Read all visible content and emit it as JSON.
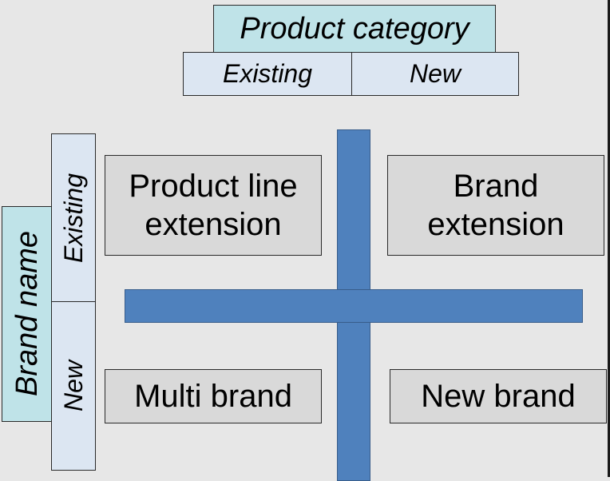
{
  "column_header": {
    "title": "Product category",
    "options": [
      "Existing",
      "New"
    ]
  },
  "row_header": {
    "title": "Brand name",
    "options": [
      "Existing",
      "New"
    ]
  },
  "cells": {
    "existing_existing": "Product line\nextension",
    "existing_new": "Brand\nextension",
    "new_existing": "Multi brand",
    "new_new": "New brand"
  },
  "colors": {
    "header_fill": "#bfe3e8",
    "subheader_fill": "#dce6f2",
    "cell_fill": "#d9d9d9",
    "cross_bar": "#4f81bd",
    "background": "#e7e7e7"
  }
}
